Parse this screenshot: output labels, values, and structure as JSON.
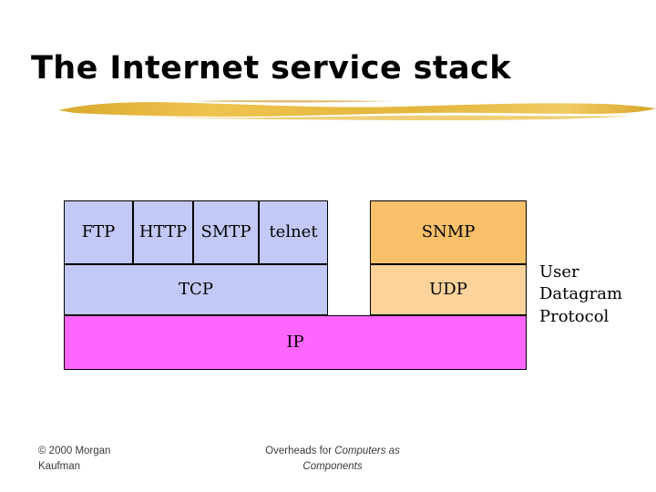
{
  "slide": {
    "title": "The Internet service stack",
    "accent_color": "#e8b83a"
  },
  "diagram": {
    "rows": [
      {
        "name": "application-layer",
        "boxes": [
          {
            "label": "FTP",
            "color": "#c3c9f7"
          },
          {
            "label": "HTTP",
            "color": "#c3c9f7"
          },
          {
            "label": "SMTP",
            "color": "#c3c9f7"
          },
          {
            "label": "telnet",
            "color": "#c3c9f7"
          },
          {
            "label": "SNMP",
            "color": "#f9c06a"
          }
        ]
      },
      {
        "name": "transport-layer",
        "boxes": [
          {
            "label": "TCP",
            "color": "#c3c9f7"
          },
          {
            "label": "UDP",
            "color": "#fbd39b"
          }
        ]
      },
      {
        "name": "network-layer",
        "boxes": [
          {
            "label": "IP",
            "color": "#ff66ff"
          }
        ]
      }
    ]
  },
  "annotation": {
    "line1": "User",
    "line2": "Datagram",
    "line3": "Protocol"
  },
  "footer": {
    "copyright_line1": "© 2000 Morgan",
    "copyright_line2": "Kaufman",
    "center_line1_plain": "Overheads for ",
    "center_line1_italic": "Computers as",
    "center_line2_italic": "Components"
  }
}
